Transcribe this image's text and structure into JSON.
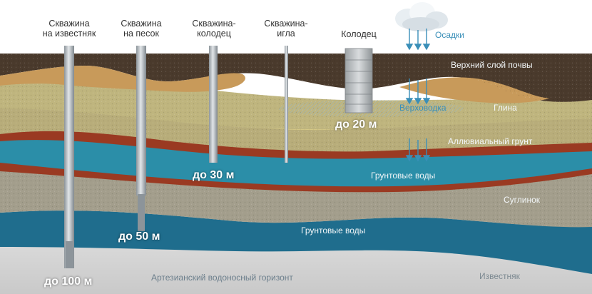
{
  "wells": [
    {
      "id": "limestone",
      "title_line1": "Скважина",
      "title_line2": "на известняк",
      "depth": "до 100 м",
      "icon": "pipe-icon"
    },
    {
      "id": "sand",
      "title_line1": "Скважина",
      "title_line2": "на песок",
      "depth": "до 50 м",
      "icon": "pipe-icon"
    },
    {
      "id": "well-shaft",
      "title_line1": "Скважина-",
      "title_line2": "колодец",
      "depth": "до 30 м",
      "icon": "pipe-icon"
    },
    {
      "id": "needle",
      "title_line1": "Скважина-",
      "title_line2": "игла",
      "depth": "",
      "icon": "needle-pipe-icon"
    },
    {
      "id": "dug-well",
      "title_line1": "Колодец",
      "title_line2": "",
      "depth": "до 20 м",
      "icon": "concrete-rings-icon"
    }
  ],
  "precipitation": {
    "label": "Осадки",
    "icon": "cloud-rain-icon"
  },
  "layers": {
    "topsoil": "Верхний слой почвы",
    "clay": "Глина",
    "perched": "Верховодка",
    "alluvial": "Аллювиальный грунт",
    "groundwater1": "Грунтовые воды",
    "loam": "Суглинок",
    "groundwater2": "Грунтовые воды",
    "artesian": "Артезианский водоносный горизонт",
    "limestone": "Известняк"
  },
  "colors": {
    "sky": "#ffffff",
    "topsoil": "#4a3a2c",
    "sandy_soil": "#c89a5a",
    "clay": "#bfb57e",
    "sand": "#e6d78e",
    "alluvial": "#b8ad7a",
    "red_clay": "#9a3a22",
    "water": "#2b8ea8",
    "loam": "#a39e8c",
    "deep_water": "#1f6d8d",
    "limestone": "#d4d4d4",
    "pipe": "#b5bcc2",
    "rain": "#3a8fb8"
  }
}
